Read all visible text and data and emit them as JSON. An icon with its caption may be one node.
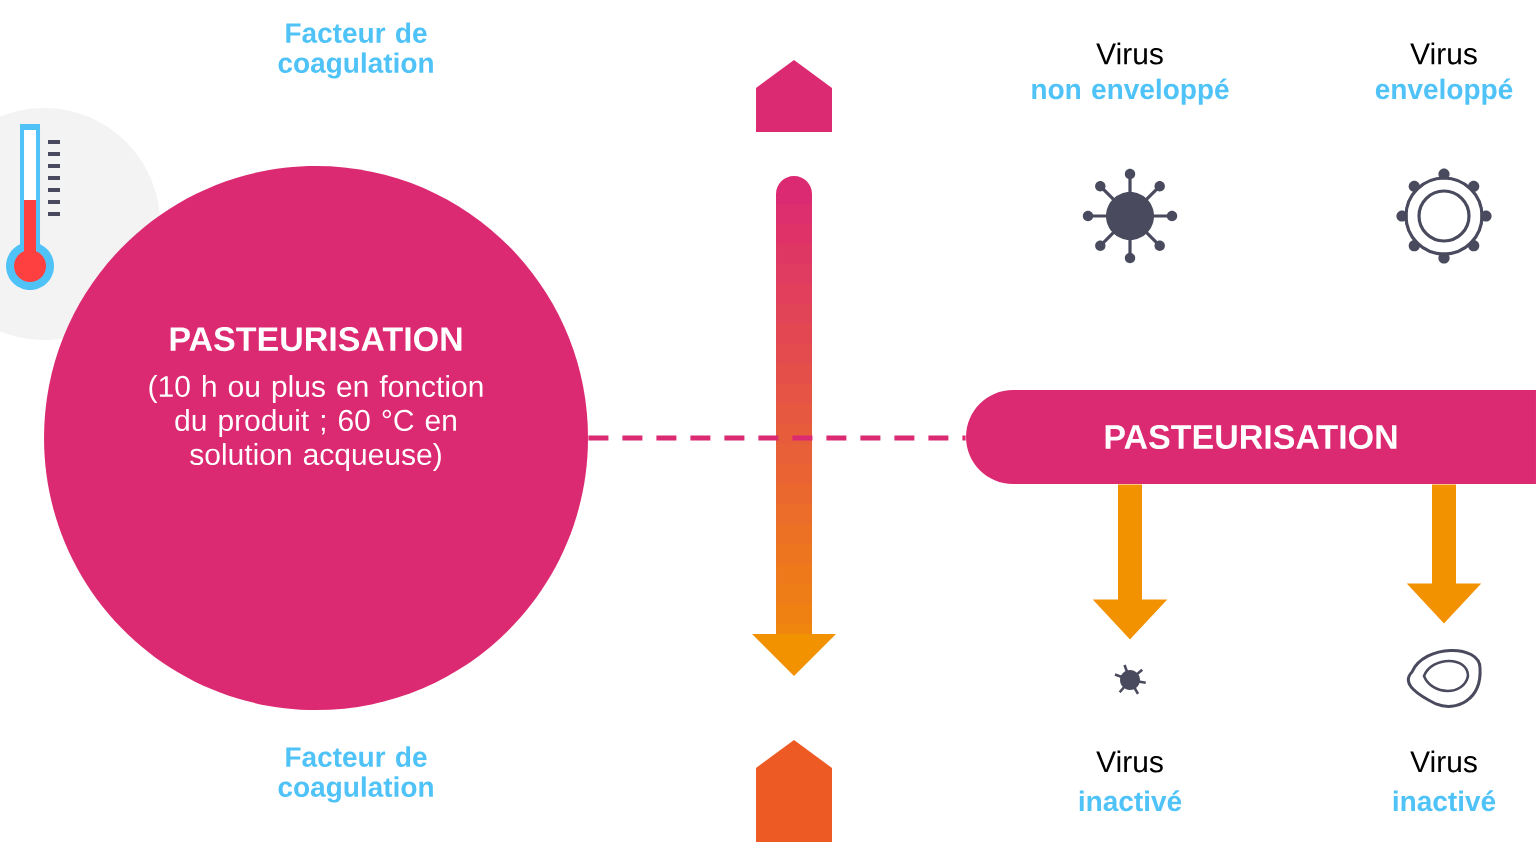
{
  "diagram": {
    "nodes": [
      {
        "text": [
          "PASTEURISATION",
          "(10 h ou plus en fonction du produit ; 60 °C en solution acqueuse)"
        ]
      },
      {
        "text": [
          "PASTEURISATION"
        ]
      },
      {
        "text": [],
        "shape": "virus",
        "beside": [
          "Virus",
          "inactivé"
        ]
      },
      {
        "text": [],
        "shape": "virus",
        "beside": [
          "Virus",
          "inactivé"
        ]
      }
    ],
    "edges": [
      {
        "from": 0,
        "to": 1,
        "arrow": "none",
        "style": "dashed",
        "color": "#dc2a72"
      },
      {
        "from": 1,
        "to": 2,
        "arrow": "to"
      },
      {
        "from": 1,
        "to": 3,
        "arrow": "to"
      }
    ],
    "labels": [
      "Facteur de coagulation",
      "Virus",
      "non enveloppé",
      "Virus",
      "enveloppé",
      "Facteur de coagulation"
    ]
  }
}
